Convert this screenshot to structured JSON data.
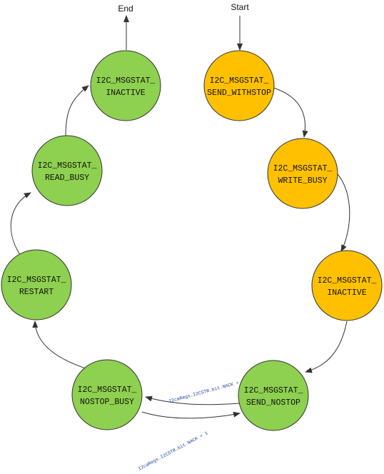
{
  "diagram": {
    "colors": {
      "green": "#8ed04f",
      "orange": "#ffc000",
      "stroke": "#333333",
      "condition_text": "#1a3fa0"
    },
    "terminals": {
      "start": "Start",
      "end": "End"
    },
    "nodes": {
      "send_withstop": {
        "line1": "I2C_MSGSTAT_",
        "line2": "SEND_WITHSTOP",
        "color": "orange"
      },
      "write_busy": {
        "line1": "I2C_MSGSTAT_",
        "line2": "WRITE_BUSY",
        "color": "orange"
      },
      "inactive_right": {
        "line1": "I2C_MSGSTAT_",
        "line2": "INACTIVE",
        "color": "orange"
      },
      "send_nostop": {
        "line1": "I2C_MSGSTAT_",
        "line2": "SEND_NOSTOP",
        "color": "green"
      },
      "nostop_busy": {
        "line1": "I2C_MSGSTAT_",
        "line2": "NOSTOP_BUSY",
        "color": "green"
      },
      "restart": {
        "line1": "I2C_MSGSTAT_",
        "line2": "RESTART",
        "color": "green"
      },
      "read_busy": {
        "line1": "I2C_MSGSTAT_",
        "line2": "READ_BUSY",
        "color": "green"
      },
      "inactive_left": {
        "line1": "I2C_MSGSTAT_",
        "line2": "INACTIVE",
        "color": "green"
      }
    },
    "conditions": {
      "nack_0": "I2caRegs.I2CSTR.bit.NACK = 0",
      "nack_1": "I2caRegs.I2CSTR.bit.NACK = 1"
    }
  }
}
